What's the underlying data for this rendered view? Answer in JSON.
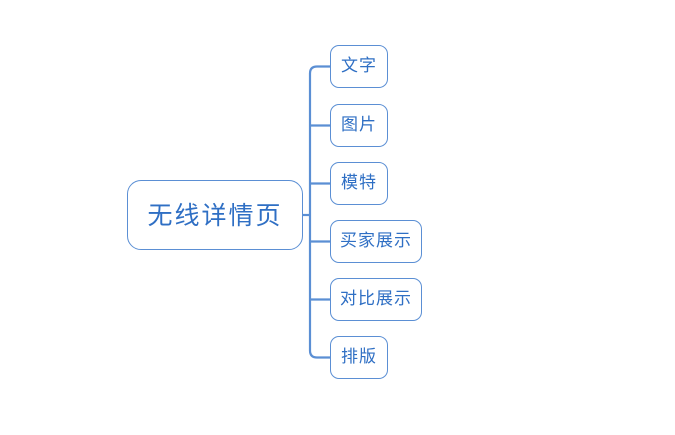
{
  "diagram": {
    "type": "mind-map",
    "background_color": "#ffffff",
    "node_border_color": "#5b8fd4",
    "node_text_color": "#2f6fc4",
    "connector_color": "#5b8fd4",
    "root": {
      "label": "无线详情页"
    },
    "branches": [
      {
        "label": "文字"
      },
      {
        "label": "图片"
      },
      {
        "label": "模特"
      },
      {
        "label": "买家展示"
      },
      {
        "label": "对比展示"
      },
      {
        "label": "排版"
      }
    ]
  }
}
